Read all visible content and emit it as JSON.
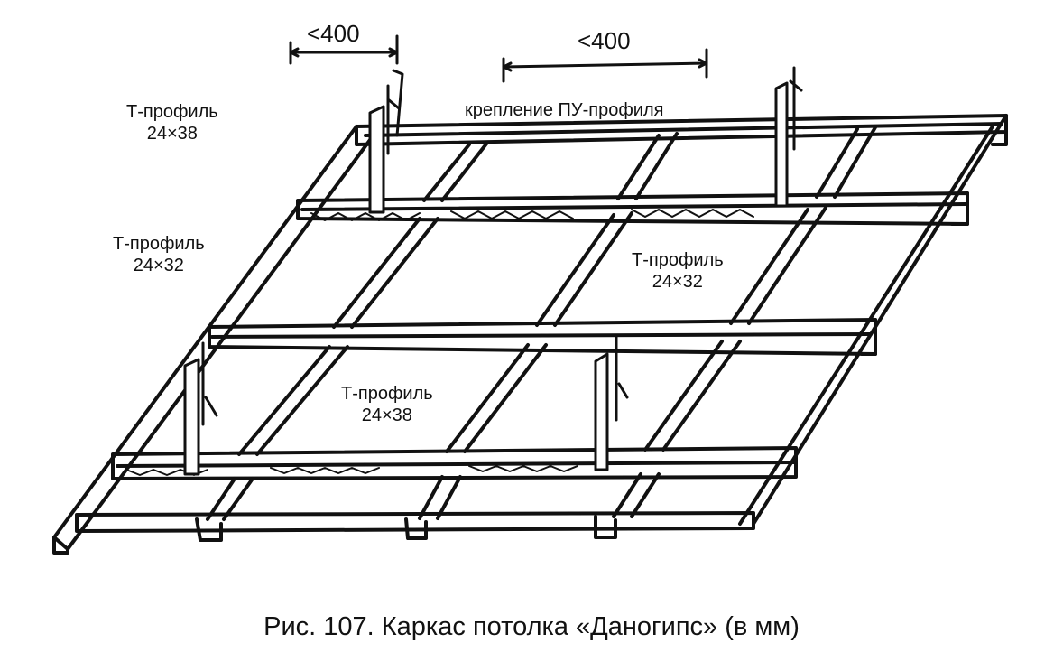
{
  "dimensions": {
    "left": "<400",
    "right": "<400"
  },
  "labels": {
    "t_profile_24x38_top": [
      "Т-профиль",
      "24×38"
    ],
    "t_profile_24x32_left": [
      "Т-профиль",
      "24×32"
    ],
    "t_profile_24x32_right": [
      "Т-профиль",
      "24×32"
    ],
    "t_profile_24x38_center": [
      "Т-профиль",
      "24×38"
    ],
    "pu_profile_mount": "крепление ПУ-профиля"
  },
  "caption": "Рис. 107. Каркас потолка «Даногипс» (в мм)"
}
